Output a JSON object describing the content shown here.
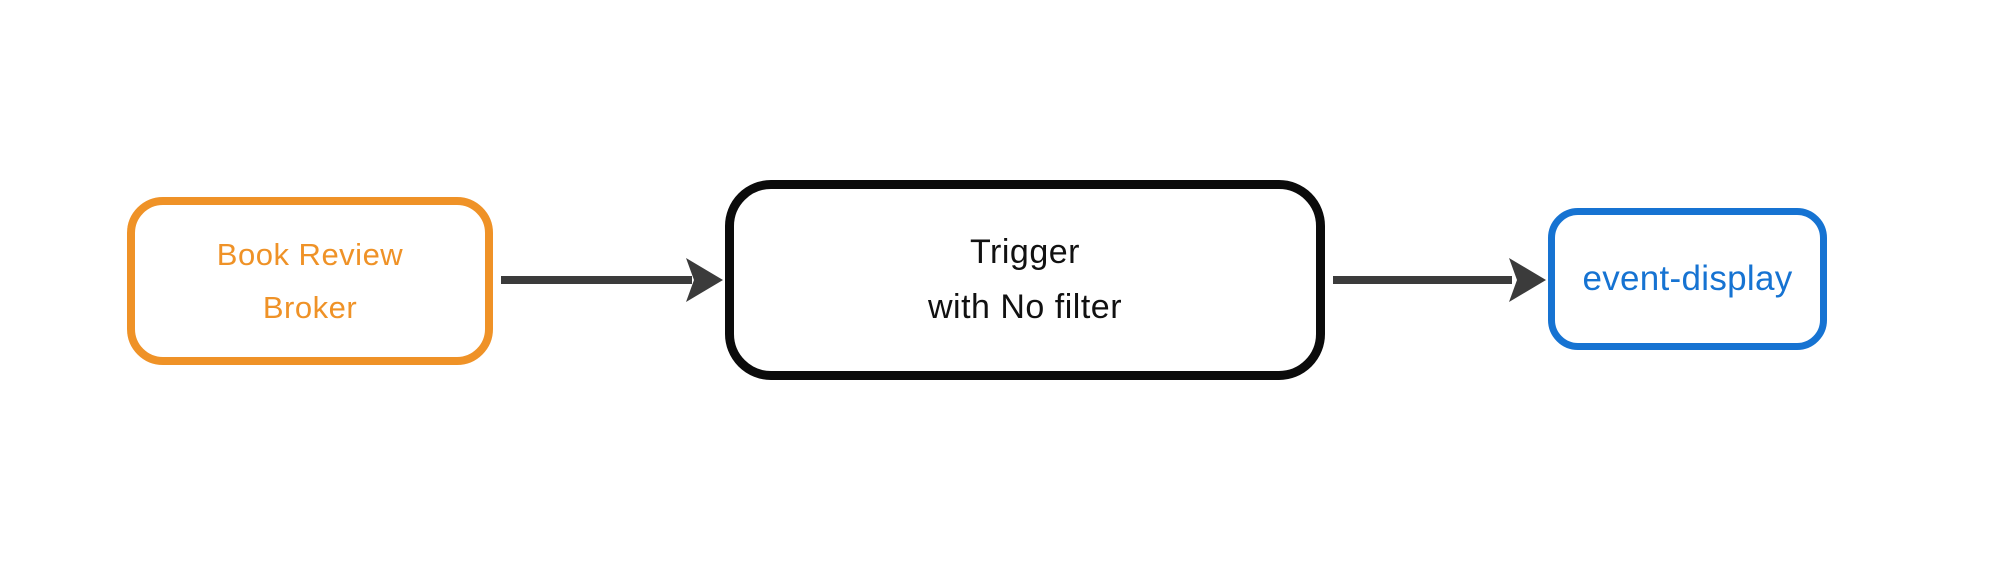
{
  "colors": {
    "background": "#FFFFFF",
    "broker": "#EF9227",
    "trigger_border": "#0B0B0B",
    "trigger_text": "#111111",
    "event_display": "#1673D2",
    "edge": "#3B3B3B"
  },
  "diagram": {
    "type": "flow",
    "direction": "left-to-right",
    "nodes": [
      {
        "id": "broker",
        "label": "Book Review Broker",
        "line1": "Book Review",
        "line2": "Broker"
      },
      {
        "id": "trigger",
        "label": "Trigger with No filter",
        "line1": "Trigger",
        "line2": "with No filter"
      },
      {
        "id": "event-display",
        "label": "event-display",
        "line1": "event-display"
      }
    ],
    "edges": [
      {
        "from": "broker",
        "to": "trigger"
      },
      {
        "from": "trigger",
        "to": "event-display"
      }
    ]
  }
}
